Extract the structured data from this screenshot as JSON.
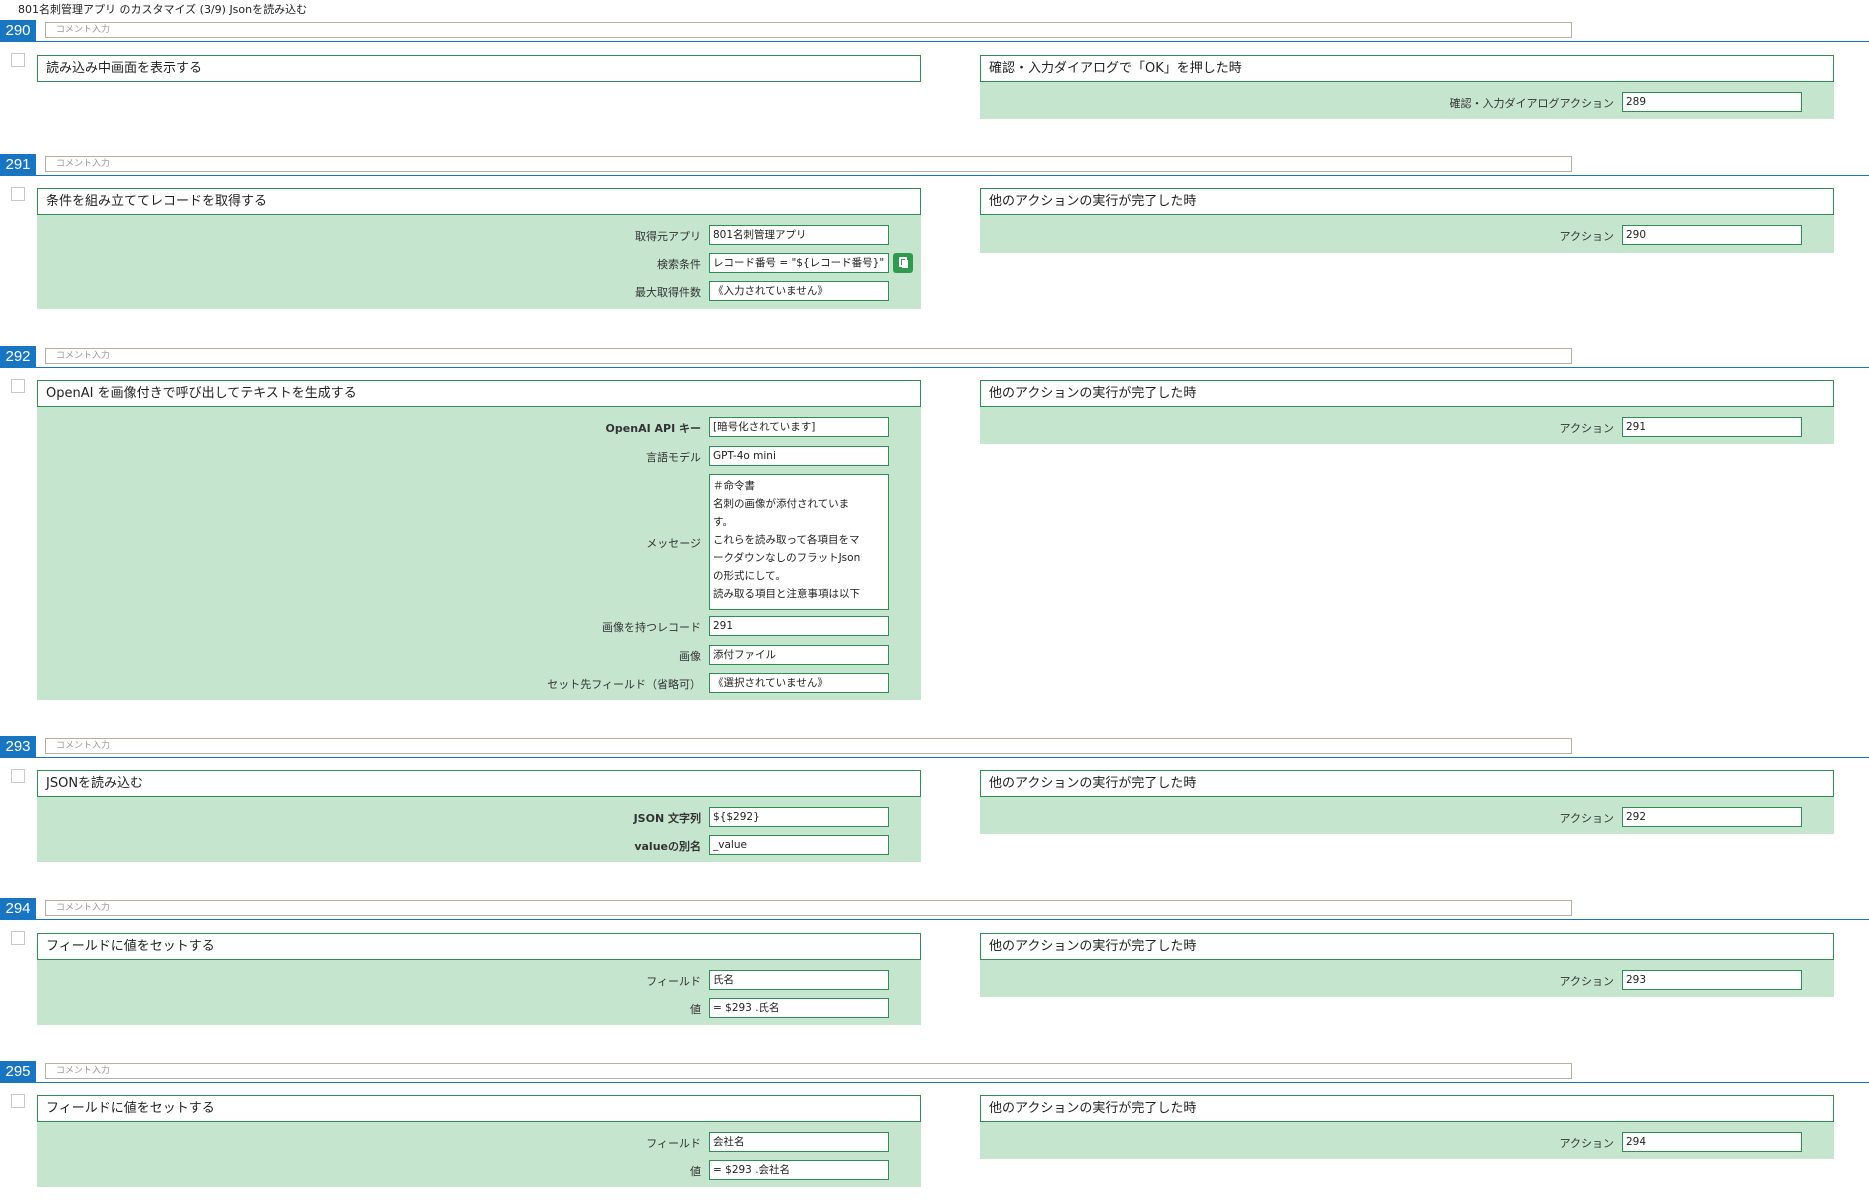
{
  "page_title": "801名刺管理アプリ のカスタマイズ (3/9) Jsonを読み込む",
  "comment_placeholder": "コメント入力",
  "rows": [
    {
      "num": "290",
      "left": {
        "title": "読み込み中画面を表示する",
        "fields": []
      },
      "right": {
        "title": "確認・入力ダイアログで「OK」を押した時",
        "fields": [
          {
            "label": "確認・入力ダイアログアクション",
            "value": "289"
          }
        ]
      }
    },
    {
      "num": "291",
      "left": {
        "title": "条件を組み立ててレコードを取得する",
        "fields": [
          {
            "label": "取得元アプリ",
            "value": "801名刺管理アプリ"
          },
          {
            "label": "検索条件",
            "value": "レコード番号 = \"${レコード番号}\""
          },
          {
            "label": "最大取得件数",
            "value": "《入力されていません》"
          }
        ]
      },
      "right": {
        "title": "他のアクションの実行が完了した時",
        "fields": [
          {
            "label": "アクション",
            "value": "290"
          }
        ]
      }
    },
    {
      "num": "292",
      "left": {
        "title": "OpenAI を画像付きで呼び出してテキストを生成する",
        "fields": [
          {
            "label": "OpenAI API キー",
            "value": "[暗号化されています]"
          },
          {
            "label": "言語モデル",
            "value": "GPT-4o mini"
          },
          {
            "label": "メッセージ",
            "value": "＃命令書\n名刺の画像が添付されていま\nす。\nこれらを読み取って各項目をマ\nークダウンなしのフラットJson\nの形式にして。\n読み取る項目と注意事項は以下"
          },
          {
            "label": "画像を持つレコード",
            "value": "291"
          },
          {
            "label": "画像",
            "value": "添付ファイル"
          },
          {
            "label": "セット先フィールド（省略可）",
            "value": "《選択されていません》"
          }
        ]
      },
      "right": {
        "title": "他のアクションの実行が完了した時",
        "fields": [
          {
            "label": "アクション",
            "value": "291"
          }
        ]
      }
    },
    {
      "num": "293",
      "left": {
        "title": "JSONを読み込む",
        "fields": [
          {
            "label": "JSON 文字列",
            "value": "${$292}"
          },
          {
            "label": "valueの別名",
            "value": "_value"
          }
        ]
      },
      "right": {
        "title": "他のアクションの実行が完了した時",
        "fields": [
          {
            "label": "アクション",
            "value": "292"
          }
        ]
      }
    },
    {
      "num": "294",
      "left": {
        "title": "フィールドに値をセットする",
        "fields": [
          {
            "label": "フィールド",
            "value": "氏名"
          },
          {
            "label": "値",
            "value": "= $293 .氏名"
          }
        ]
      },
      "right": {
        "title": "他のアクションの実行が完了した時",
        "fields": [
          {
            "label": "アクション",
            "value": "293"
          }
        ]
      }
    },
    {
      "num": "295",
      "left": {
        "title": "フィールドに値をセットする",
        "fields": [
          {
            "label": "フィールド",
            "value": "会社名"
          },
          {
            "label": "値",
            "value": "= $293 .会社名"
          }
        ]
      },
      "right": {
        "title": "他のアクションの実行が完了した時",
        "fields": [
          {
            "label": "アクション",
            "value": "294"
          }
        ]
      }
    }
  ]
}
